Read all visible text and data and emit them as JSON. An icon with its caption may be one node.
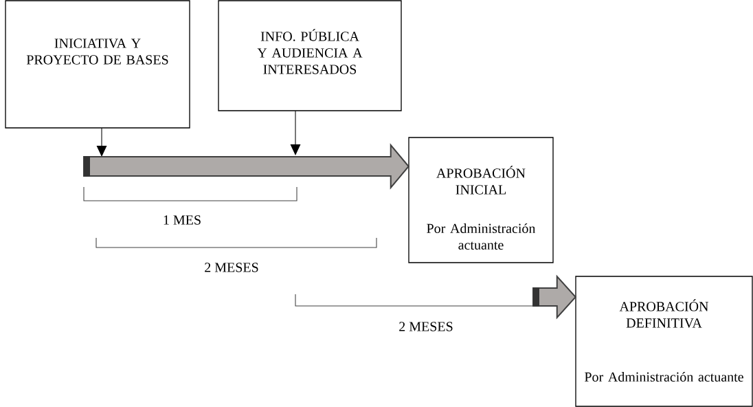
{
  "diagram": {
    "nodes": [
      {
        "text": [
          "INICIATIVA Y PROYECTO DE BASES"
        ]
      },
      {
        "text": [
          "INFO. PÚBLICA Y AUDIENCIA A INTERESADOS"
        ]
      },
      {
        "text": [
          "APROBACIÓN INICIAL",
          "Por Administración actuante"
        ]
      },
      {
        "text": [
          "APROBACIÓN DEFINITIVA",
          "Por Administración actuante"
        ]
      }
    ],
    "edges": [
      {
        "from": 0,
        "to": null,
        "arrow": "to"
      },
      {
        "from": 1,
        "to": null,
        "arrow": "to"
      },
      {
        "from": null,
        "to": 2,
        "arrow": "to",
        "style": "thick"
      },
      {
        "from": null,
        "to": 3,
        "arrow": "to",
        "style": "thick"
      }
    ],
    "labels": [
      "1 MES",
      "2 MESES",
      "2 MESES"
    ]
  }
}
